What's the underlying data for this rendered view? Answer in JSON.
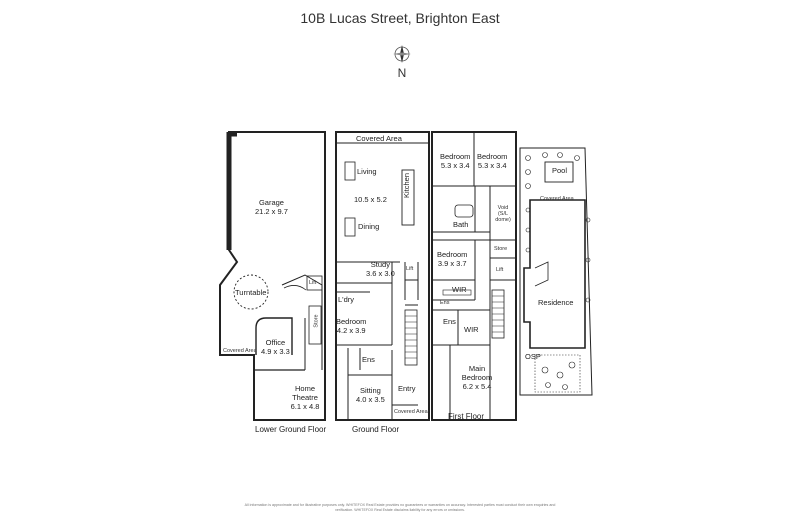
{
  "title": "10B Lucas Street, Brighton East",
  "compass_label": "N",
  "levels": {
    "lower": "Lower Ground Floor",
    "ground": "Ground Floor",
    "first": "First Floor"
  },
  "rooms": {
    "garage": {
      "name": "Garage",
      "dim": "21.2 x 9.7"
    },
    "turntable": {
      "name": "Turntable"
    },
    "office": {
      "name": "Office",
      "dim": "4.9 x 3.3"
    },
    "theatre": {
      "name": "Home Theatre",
      "dim": "6.1 x 4.8"
    },
    "store": {
      "name": "Store"
    },
    "lift_lower": {
      "name": "Lift"
    },
    "covered_lower": {
      "name": "Covered Area"
    },
    "covered_top": {
      "name": "Covered Area"
    },
    "living": {
      "name": "Living"
    },
    "living_dim": {
      "dim": "10.5 x 5.2"
    },
    "dining": {
      "name": "Dining"
    },
    "kitchen": {
      "name": "Kitchen"
    },
    "study": {
      "name": "Study",
      "dim": "3.6 x 3.0"
    },
    "lift_ground": {
      "name": "Lift"
    },
    "laundry": {
      "name": "L'dry"
    },
    "bedroom_ground": {
      "name": "Bedroom",
      "dim": "4.2 x 3.9"
    },
    "ens_ground": {
      "name": "Ens"
    },
    "sitting": {
      "name": "Sitting",
      "dim": "4.0 x 3.5"
    },
    "entry": {
      "name": "Entry"
    },
    "covered_entry": {
      "name": "Covered Area"
    },
    "bed1": {
      "name": "Bedroom",
      "dim": "5.3 x 3.4"
    },
    "bed2": {
      "name": "Bedroom",
      "dim": "5.3 x 3.4"
    },
    "bath": {
      "name": "Bath"
    },
    "void": {
      "name": "Void (S/L dome)"
    },
    "bed3": {
      "name": "Bedroom",
      "dim": "3.9 x 3.7"
    },
    "store_first": {
      "name": "Store"
    },
    "lift_first": {
      "name": "Lift"
    },
    "wir1": {
      "name": "WIR"
    },
    "ens1": {
      "name": "Ens"
    },
    "ens2": {
      "name": "Ens"
    },
    "wir2": {
      "name": "WIR"
    },
    "main_bed": {
      "name": "Main Bedroom",
      "dim": "6.2 x 5.4"
    },
    "pool": {
      "name": "Pool"
    },
    "covered_site": {
      "name": "Covered Area"
    },
    "residence": {
      "name": "Residence"
    },
    "osp": {
      "name": "OSP"
    }
  },
  "disclaimer": "All information is approximate and for illustrative purposes only. WHITEFOX Real Estate provides no guarantees or warranties on accuracy. Interested parties must conduct their own enquiries and verification. WHITEFOX Real Estate disclaims liability for any errors or omissions."
}
